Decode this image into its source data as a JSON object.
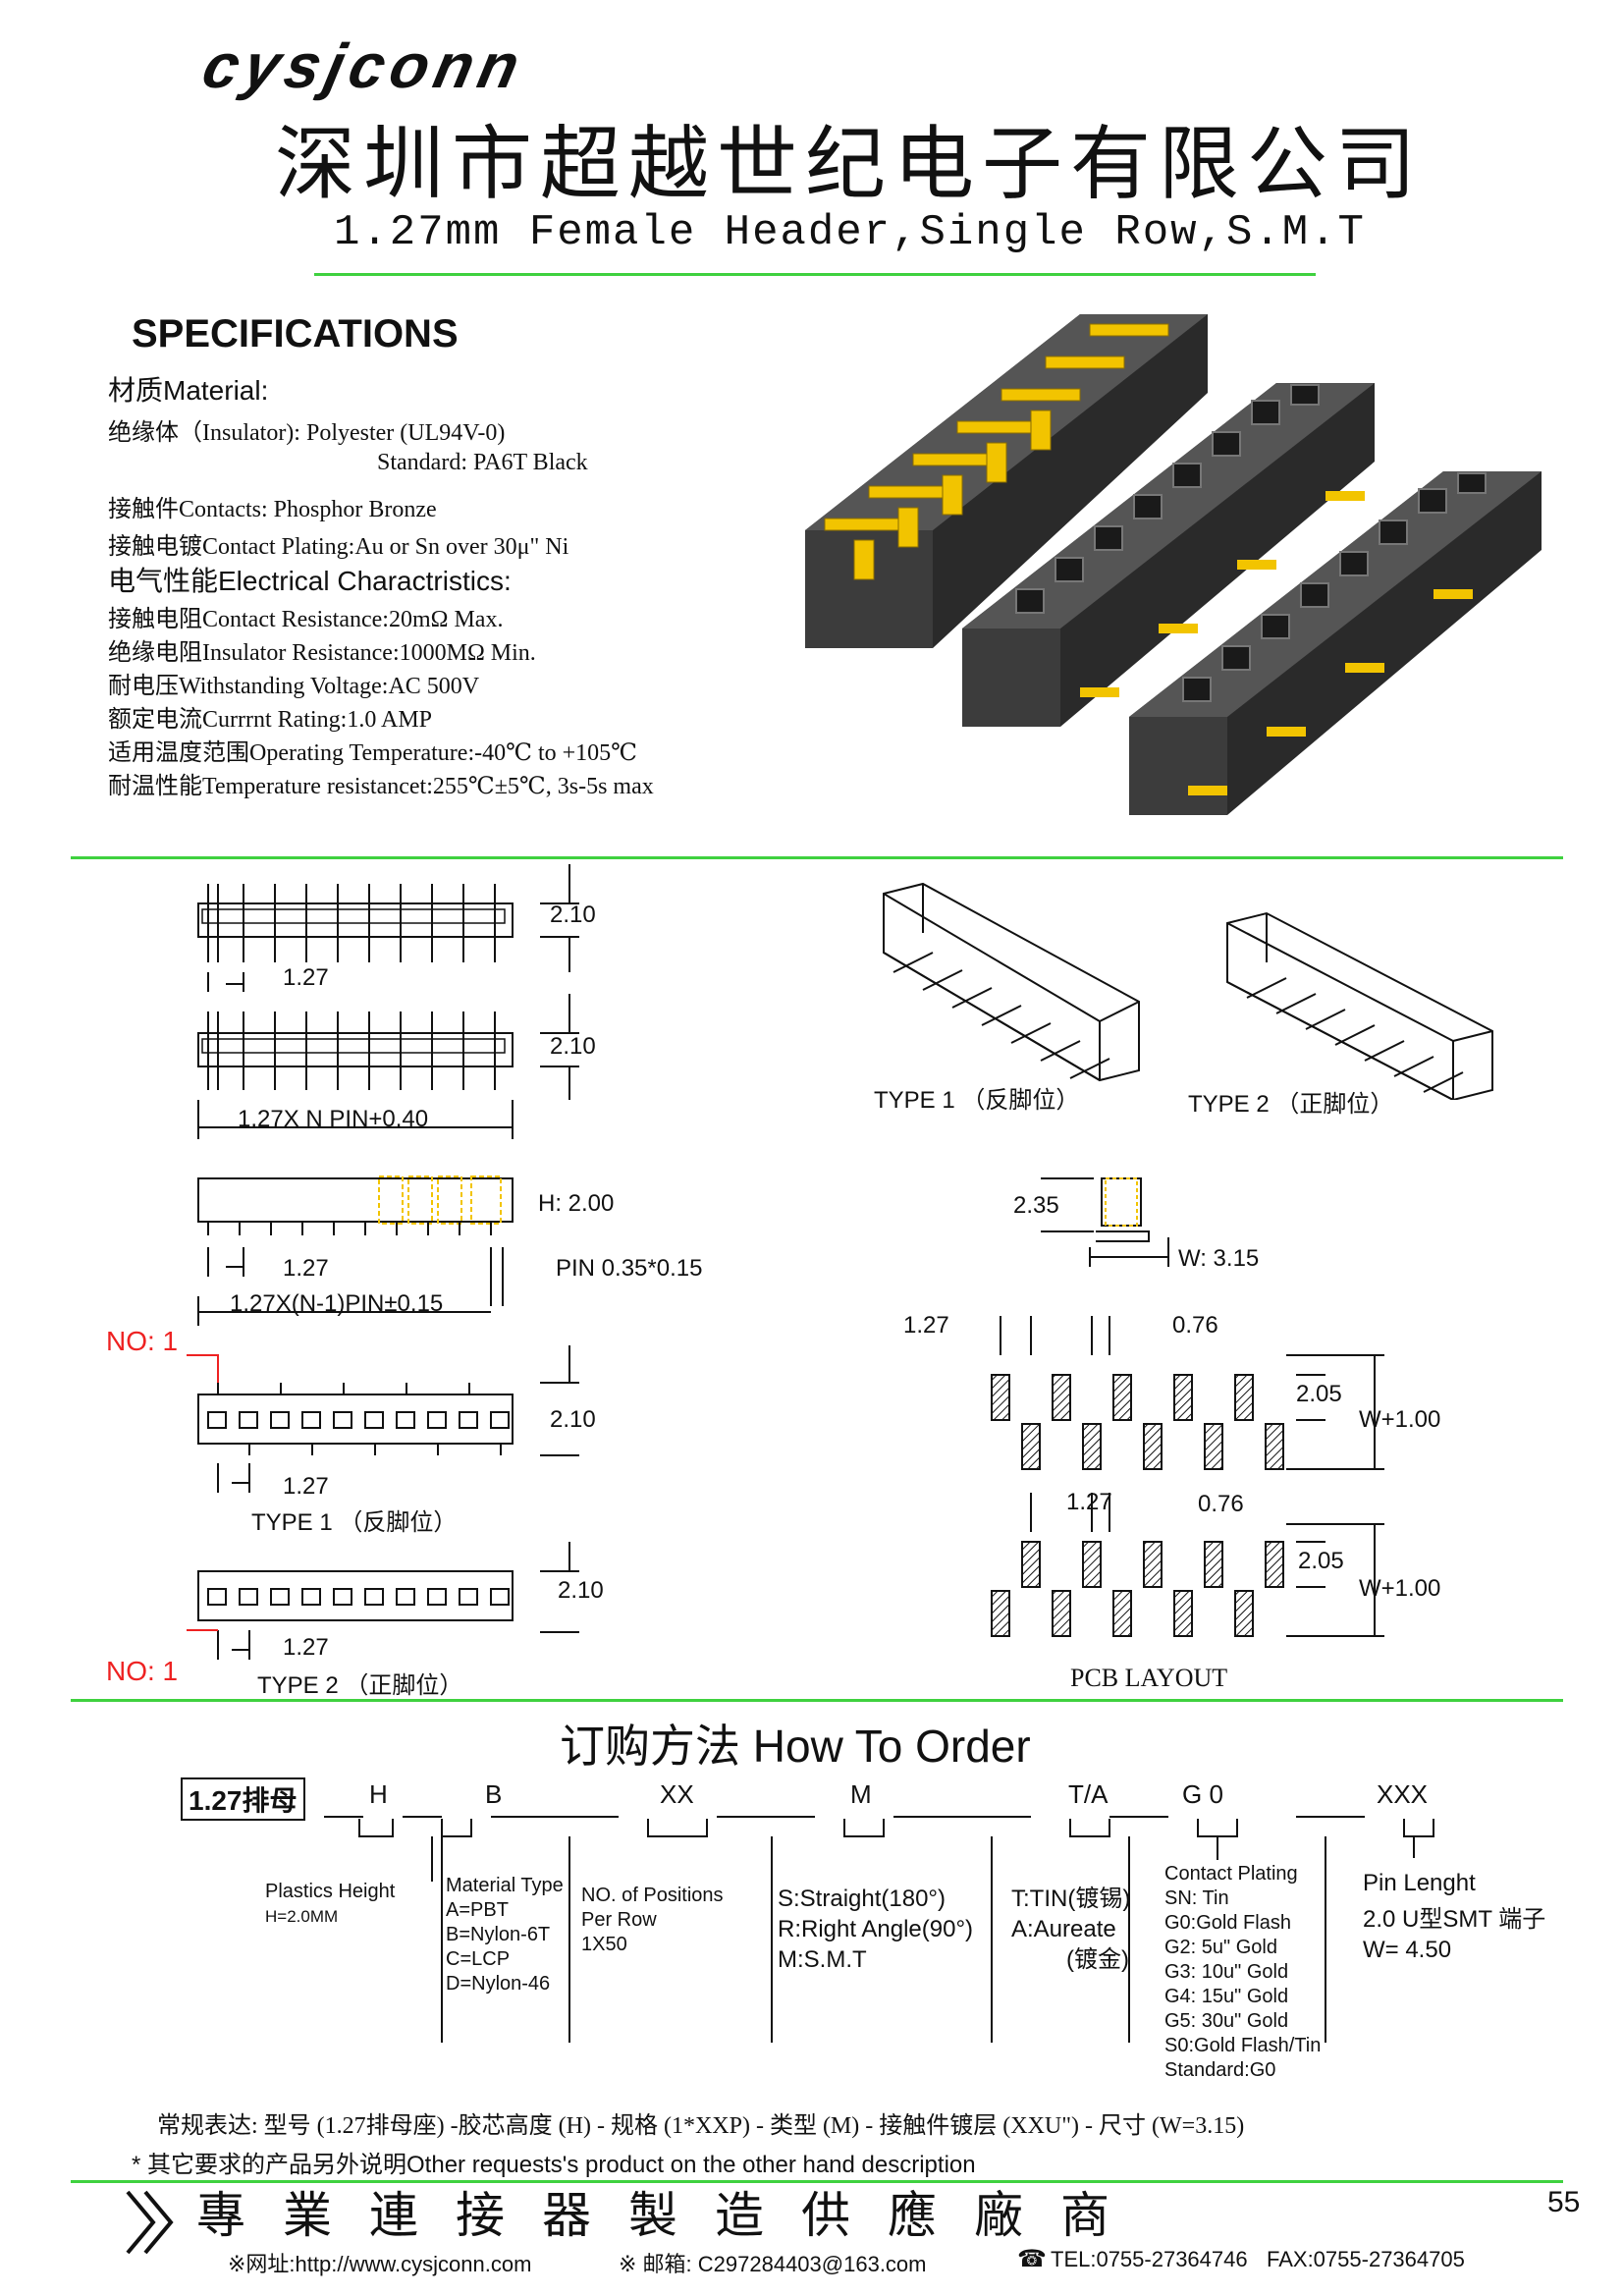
{
  "header": {
    "logo": "cysjconn",
    "company": "深圳市超越世纪电子有限公司",
    "subtitle": "1.27mm Female Header,Single Row,S.M.T"
  },
  "specs": {
    "title": "SPECIFICATIONS",
    "lines": [
      "材质Material:",
      "绝缘体（Insulator): Polyester (UL94V-0)",
      "Standard: PA6T Black",
      "接触件Contacts: Phosphor Bronze",
      "接触电镀Contact Plating:Au or Sn over 30μ\" Ni",
      "电气性能Electrical Charactristics:",
      "接触电阻Contact Resistance:20mΩ Max.",
      "绝缘电阻Insulator Resistance:1000MΩ Min.",
      "耐电压Withstanding Voltage:AC 500V",
      "额定电流Currrnt Rating:1.0 AMP",
      "适用温度范围Operating Temperature:-40℃ to +105℃",
      "耐温性能Temperature resistancet:255℃±5℃, 3s-5s max"
    ]
  },
  "drawing": {
    "h210a": "2.10",
    "p127a": "1.27",
    "h210b": "2.10",
    "length": "1.27X N PIN+0.40",
    "h200": "H: 2.00",
    "p127b": "1.27",
    "pin": "PIN 0.35*0.15",
    "pitch_total": "1.27X(N-1)PIN±0.15",
    "no1a": "NO: 1",
    "h210c": "2.10",
    "p127c": "1.27",
    "type1": "TYPE 1 （反脚位）",
    "h210d": "2.10",
    "no1b": "NO: 1",
    "p127d": "1.27",
    "type2": "TYPE 2 （正脚位）",
    "iso_type1": "TYPE 1 （反脚位）",
    "iso_type2": "TYPE 2 （正脚位）",
    "side_h": "2.35",
    "side_w": "W: 3.15",
    "pcb_127a": "1.27",
    "pcb_076a": "0.76",
    "pcb_205a": "2.05",
    "pcb_w1a": "W+1.00",
    "pcb_127b": "1.27",
    "pcb_076b": "0.76",
    "pcb_205b": "2.05",
    "pcb_w1b": "W+1.00",
    "pcb_title": "PCB LAYOUT"
  },
  "order": {
    "title": "订购方法 How To Order",
    "part": "1.27排母",
    "codes": [
      "H",
      "B",
      "XX",
      "M",
      "T/A",
      "G 0",
      "XXX"
    ],
    "col1": [
      "Plastics Height",
      "H=2.0MM"
    ],
    "col2": [
      "Material Type",
      "A=PBT",
      "B=Nylon-6T",
      "C=LCP",
      "D=Nylon-46"
    ],
    "col3": [
      "NO. of Positions",
      "Per Row",
      "1X50"
    ],
    "col4": [
      "S:Straight(180°)",
      "R:Right Angle(90°)",
      "M:S.M.T"
    ],
    "col5": [
      "T:TIN(镀锡)",
      "A:Aureate",
      "(镀金)"
    ],
    "col6": [
      "Contact Plating",
      "SN: Tin",
      "G0:Gold Flash",
      "G2: 5u\" Gold",
      "G3: 10u\" Gold",
      "G4: 15u\" Gold",
      "G5: 30u\" Gold",
      "S0:Gold Flash/Tin",
      "Standard:G0"
    ],
    "col7": [
      "Pin Lenght",
      "2.0 U型SMT 端子",
      "W= 4.50"
    ],
    "example": "常规表达: 型号 (1.27排母座) -胶芯高度 (H) - 规格 (1*XXP) - 类型 (M) - 接触件镀层 (XXU\") - 尺寸 (W=3.15)",
    "note": "* 其它要求的产品另外说明Other requests's product on the other hand description"
  },
  "footer": {
    "slogan": "專業連接器製造供應廠商",
    "web": "※网址:http://www.cysjconn.com",
    "email": "※ 邮箱: C297284403@163.com",
    "tel": "TEL:0755-27364746",
    "fax": "FAX:0755-27364705",
    "page": "55"
  },
  "colors": {
    "rule": "#3fd13f",
    "red_label": "#e22222",
    "gold": "#f2c400"
  }
}
